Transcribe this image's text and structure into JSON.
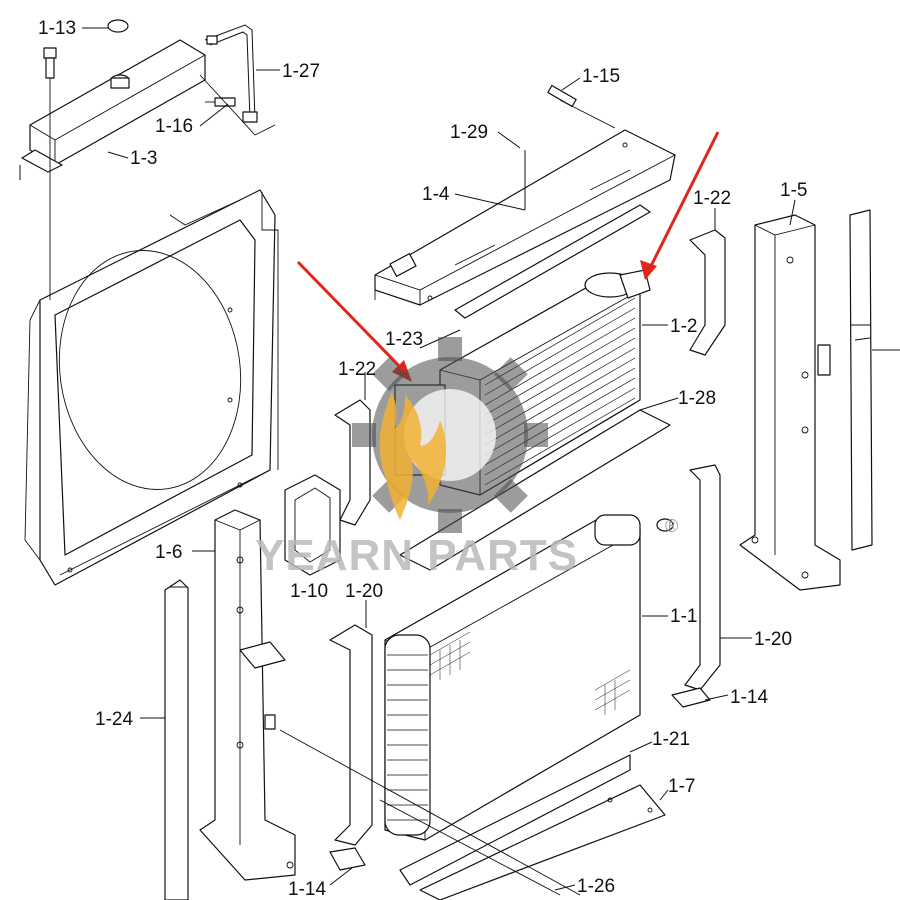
{
  "labels": {
    "p1_13": "1-13",
    "p1_27": "1-27",
    "p1_16": "1-16",
    "p1_3": "1-3",
    "p1_15": "1-15",
    "p1_29": "1-29",
    "p1_4": "1-4",
    "p1_22a": "1-22",
    "p1_5": "1-5",
    "p1_23": "1-23",
    "p1_2": "1-2",
    "p1_22b": "1-22",
    "p1_28": "1-28",
    "p1_6": "1-6",
    "p1_10": "1-10",
    "p1_20a": "1-20",
    "p1_1": "1-1",
    "p1_20b": "1-20",
    "p1_14a": "1-14",
    "p1_24": "1-24",
    "p1_21": "1-21",
    "p1_7": "1-7",
    "p1_14b": "1-14",
    "p1_26": "1-26"
  },
  "watermark": {
    "brand": "YEARN PARTS",
    "registered": "®"
  },
  "colors": {
    "arrow": "#e0261b",
    "gear": "#4a4a4a",
    "flame": "#f2b233",
    "watermark_text": "#b9b9b9",
    "line": "#111111"
  }
}
